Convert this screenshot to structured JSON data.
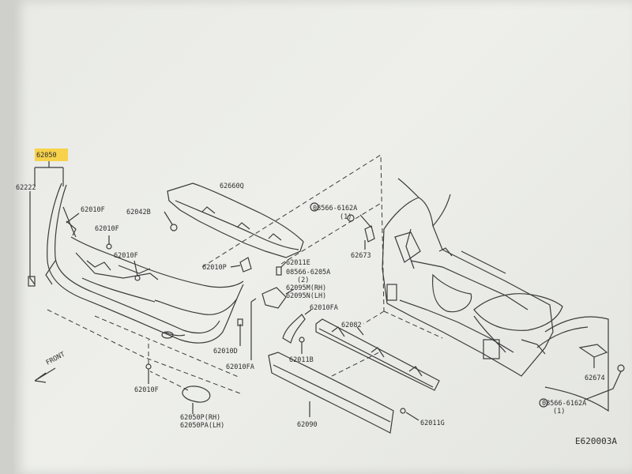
{
  "labels": {
    "p62050": "62050",
    "p62222": "62222",
    "p62010f_a": "62010F",
    "p62042b": "62042B",
    "p62010f_b": "62010F",
    "p62010f_c": "62010F",
    "p62660q": "62660Q",
    "p62010p": "62010P",
    "p62011e": "62011E",
    "p08566_6205a": "08566-6205A",
    "qty2_a": "(2)",
    "p62095m": "62095M(RH)",
    "p62095n": "62095N(LH)",
    "p62010fa_a": "62010FA",
    "p62082": "62082",
    "p62010d": "62010D",
    "p62010fa_b": "62010FA",
    "p62011b": "62011B",
    "p62010f_d": "62010F",
    "p62050p": "62050P(RH)",
    "p62050pa": "62050PA(LH)",
    "p62090": "62090",
    "p62011g": "62011G",
    "p08566_6162a_a": "08566-6162A",
    "qty1_a": "(1)",
    "p62673": "62673",
    "p62674": "62674",
    "p08566_6162a_b": "08566-6162A",
    "qty1_b": "(1)",
    "front": "FRONT",
    "fig_code": "E620003A"
  },
  "highlight_color": "#f7d24a",
  "line_color": "#3b3b3b"
}
